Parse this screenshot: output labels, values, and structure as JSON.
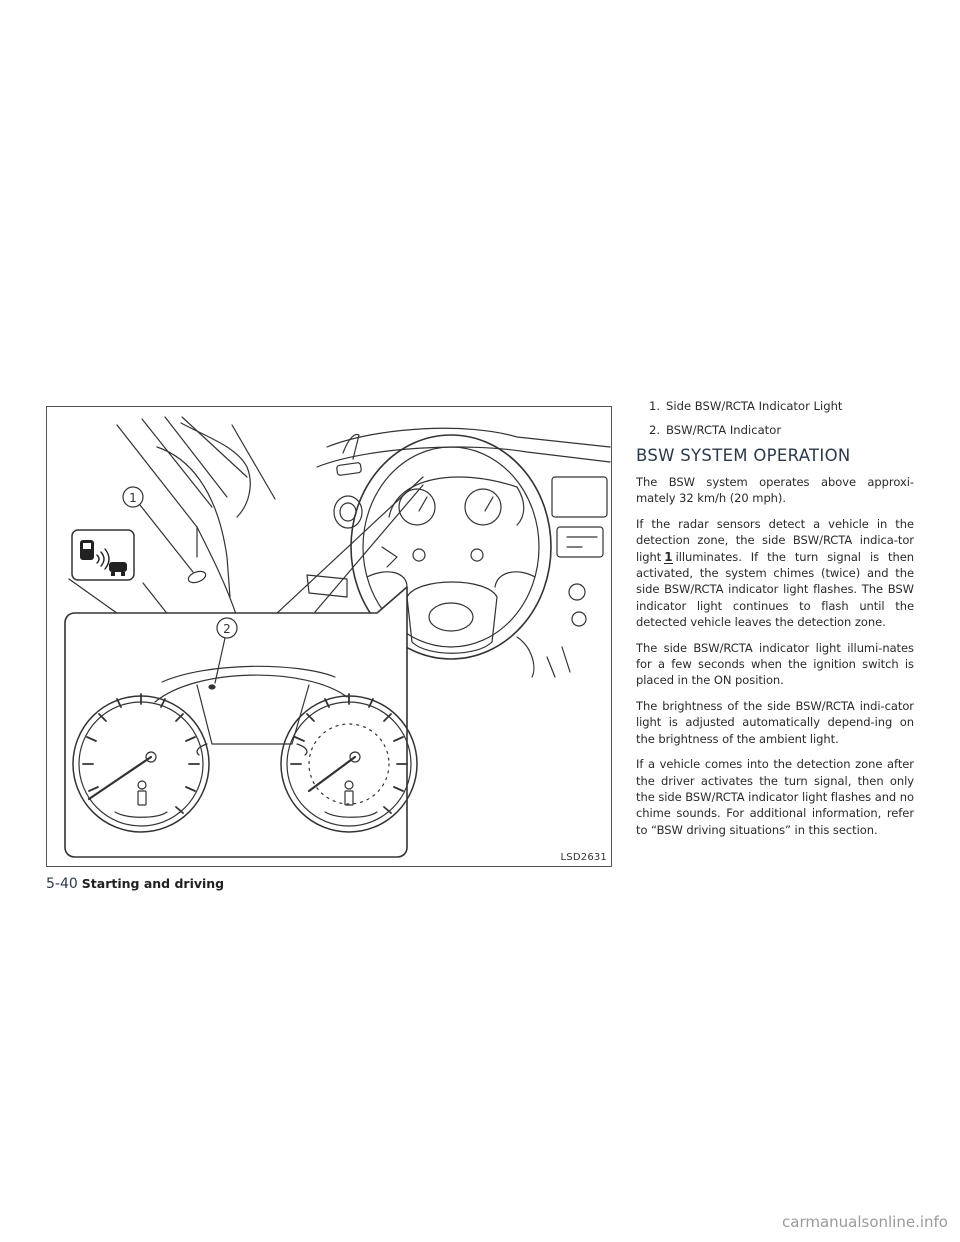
{
  "figure": {
    "callout_1": "1",
    "callout_2": "2",
    "figure_code": "LSD2631"
  },
  "legend": [
    {
      "num": "1.",
      "label": "Side BSW/RCTA Indicator Light"
    },
    {
      "num": "2.",
      "label": "BSW/RCTA Indicator"
    }
  ],
  "section": {
    "title": "BSW SYSTEM OPERATION",
    "p1": "The BSW system operates above approxi-mately 32 km/h (20 mph).",
    "p2_before": "If the radar sensors detect a vehicle in the detection zone, the side BSW/RCTA indica-tor light",
    "p2_callout": "1",
    "p2_after": "illuminates. If the turn signal is then activated, the system chimes (twice) and the side BSW/RCTA indicator light flashes. The BSW indicator light continues to flash until the detected vehicle leaves the detection zone.",
    "p3": "The side BSW/RCTA indicator light illumi-nates for a few seconds when the ignition switch is placed in the ON position.",
    "p4": "The brightness of the side BSW/RCTA indi-cator light is adjusted automatically depend-ing on the brightness of the ambient light.",
    "p5": "If a vehicle comes into the detection zone after the driver activates the turn signal, then only the side BSW/RCTA indicator light flashes and no chime sounds. For additional information, refer to “BSW driving situations” in this section."
  },
  "footer": {
    "page": "5-40",
    "chapter": "Starting and driving"
  },
  "watermark": "carmanualsonline.info"
}
